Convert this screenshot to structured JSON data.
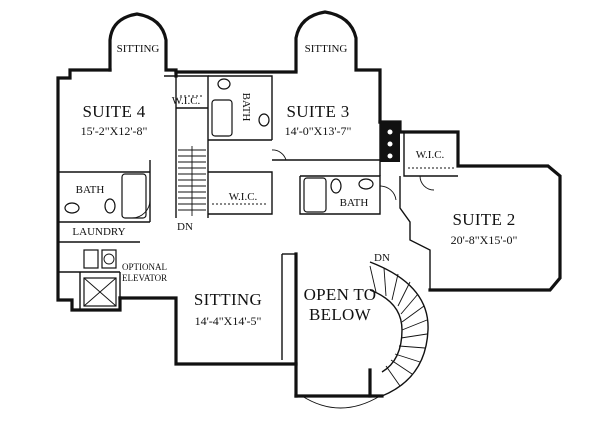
{
  "rooms": {
    "suite4": {
      "name": "SUITE 4",
      "dims": "15'-2\"X12'-8\""
    },
    "suite3": {
      "name": "SUITE 3",
      "dims": "14'-0\"X13'-7\""
    },
    "suite2": {
      "name": "SUITE 2",
      "dims": "20'-8\"X15'-0\""
    },
    "sitting_main": {
      "name": "SITTING",
      "dims": "14'-4\"X14'-5\""
    },
    "sitting_left_bay": {
      "name": "SITTING"
    },
    "sitting_right_bay": {
      "name": "SITTING"
    },
    "bath_left": {
      "name": "BATH"
    },
    "bath_center": {
      "name": "BATH"
    },
    "bath_lower": {
      "name": "BATH"
    },
    "wic_left": {
      "name": "W.I.C."
    },
    "wic_center": {
      "name": "W.I.C."
    },
    "wic_right": {
      "name": "W.I.C."
    },
    "laundry": {
      "name": "LAUNDRY"
    },
    "open_to_below": {
      "line1": "OPEN TO",
      "line2": "BELOW"
    },
    "elevator": {
      "line1": "OPTIONAL",
      "line2": "ELEVATOR"
    }
  },
  "stairs": {
    "dn_left": "DN",
    "dn_curved": "DN"
  }
}
